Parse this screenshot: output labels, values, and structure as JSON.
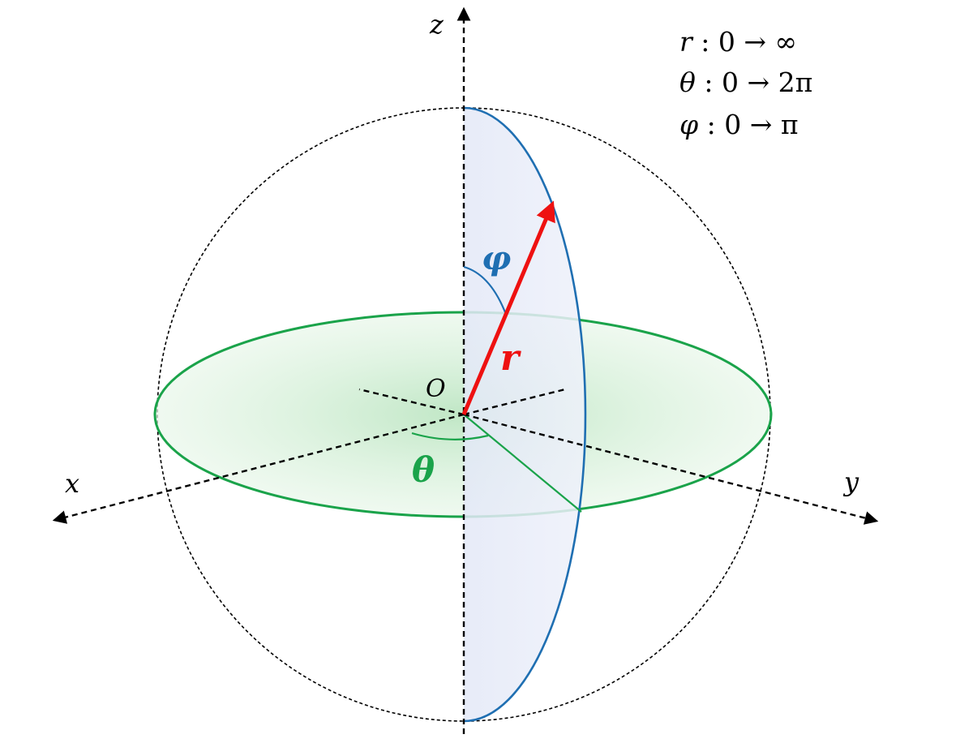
{
  "labels": {
    "z": "z",
    "x": "x",
    "y": "y",
    "origin": "O",
    "r": "r",
    "phi": "φ",
    "theta": "θ"
  },
  "ranges": [
    {
      "var": "r",
      "rest": " : 0 → ∞"
    },
    {
      "var": "θ",
      "rest": " : 0 → 2π"
    },
    {
      "var": "φ",
      "rest": " : 0 → π"
    }
  ],
  "colors": {
    "axes": "#000000",
    "sphere_outline": "#000000",
    "equator_stroke": "#1aa34a",
    "equator_fill": "#d8f0d8",
    "meridian_stroke": "#1f6fb2",
    "meridian_fill": "#e8ecf8",
    "radius_vector": "#ee1111",
    "phi_label": "#1f6fb2",
    "theta_label": "#1aa34a",
    "r_label": "#ee1111"
  }
}
